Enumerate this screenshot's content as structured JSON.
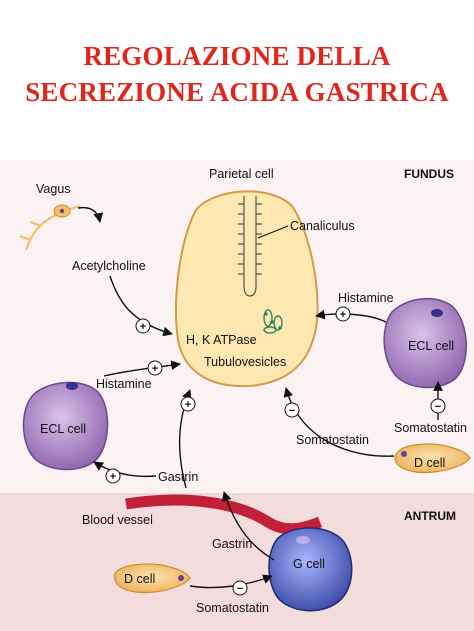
{
  "title": {
    "line1": "REGOLAZIONE DELLA",
    "line2": "SECREZIONE ACIDA GASTRICA"
  },
  "colors": {
    "title": "#e0261b",
    "parietal_fill": "#fce8b0",
    "ecl_fill": "#a27fbc",
    "g_cell_fill": "#3c50b4",
    "d_cell_fill": "#f2c06a",
    "blood_vessel": "#c22038",
    "antrum_band": "#f3dcdc"
  },
  "regions": {
    "fundus": "FUNDUS",
    "antrum": "ANTRUM"
  },
  "labels": {
    "parietal_cell": "Parietal cell",
    "canaliculus": "Canaliculus",
    "h_k_atpase": "H, K ATPase",
    "tubulovesicles": "Tubulovesicles",
    "vagus": "Vagus",
    "acetylcholine": "Acetylcholine",
    "histamine_right": "Histamine",
    "histamine_left": "Histamine",
    "somatostatin_mid": "Somatostatin",
    "somatostatin_right": "Somatostatin",
    "somatostatin_bottom": "Somatostatin",
    "gastrin_mid": "Gastrin",
    "gastrin_bottom": "Gastrin",
    "blood_vessel": "Blood vessel"
  },
  "cells": {
    "ecl_right": "ECL cell",
    "ecl_left": "ECL cell",
    "d_cell_right": "D cell",
    "d_cell_bottom": "D cell",
    "g_cell": "G cell"
  },
  "signs": {
    "plus": "+",
    "minus": "−"
  }
}
